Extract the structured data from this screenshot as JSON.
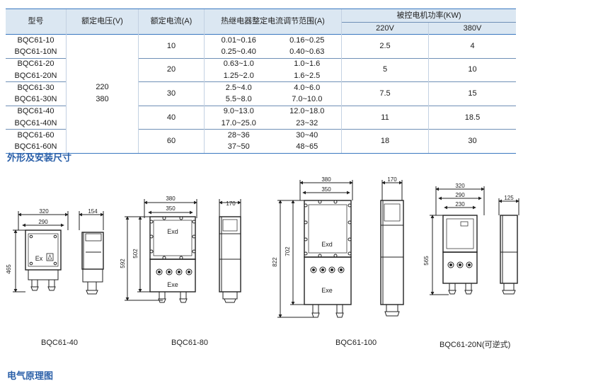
{
  "table": {
    "headers": {
      "model": "型号",
      "voltage": "额定电压(V)",
      "current": "额定电流(A)",
      "range": "热继电器整定电流调节范围(A)",
      "power": "被控电机功率(KW)",
      "power_220": "220V",
      "power_380": "380V"
    },
    "voltage_values": [
      "220",
      "380"
    ],
    "groups": [
      {
        "models": [
          "BQC61-10",
          "BQC61-10N"
        ],
        "current": "10",
        "range_a": [
          "0.01~0.16",
          "0.25~0.40"
        ],
        "range_b": [
          "0.16~0.25",
          "0.40~0.63"
        ],
        "p220": "2.5",
        "p380": "4"
      },
      {
        "models": [
          "BQC61-20",
          "BQC61-20N"
        ],
        "current": "20",
        "range_a": [
          "0.63~1.0",
          "1.25~2.0"
        ],
        "range_b": [
          "1.0~1.6",
          "1.6~2.5"
        ],
        "p220": "5",
        "p380": "10"
      },
      {
        "models": [
          "BQC61-30",
          "BQC61-30N"
        ],
        "current": "30",
        "range_a": [
          "2.5~4.0",
          "5.5~8.0"
        ],
        "range_b": [
          "4.0~6.0",
          "7.0~10.0"
        ],
        "p220": "7.5",
        "p380": "15"
      },
      {
        "models": [
          "BQC61-40",
          "BQC61-40N"
        ],
        "current": "40",
        "range_a": [
          "9.0~13.0",
          "17.0~25.0"
        ],
        "range_b": [
          "12.0~18.0",
          "23~32"
        ],
        "p220": "11",
        "p380": "18.5"
      },
      {
        "models": [
          "BQC61-60",
          "BQC61-60N"
        ],
        "current": "60",
        "range_a": [
          "28~36",
          "37~50"
        ],
        "range_b": [
          "30~40",
          "48~65"
        ],
        "p220": "18",
        "p380": "30"
      }
    ]
  },
  "sections": {
    "dimensions_heading": "外形及安装尺寸",
    "electrical_heading": "电气原理图"
  },
  "drawings": [
    {
      "model": "BQC61-40",
      "width_outer": "320",
      "width_inner": "290",
      "depth": "154",
      "height": "465",
      "label_main": "Ex"
    },
    {
      "model": "BQC61-80",
      "width_outer": "380",
      "width_inner": "350",
      "depth": "170",
      "height_outer": "592",
      "height_inner": "502",
      "label_top": "Exd",
      "label_bottom": "Exe"
    },
    {
      "model": "BQC61-100",
      "width_outer": "380",
      "width_inner": "350",
      "depth": "170",
      "height_outer": "822",
      "height_inner": "702",
      "label_top": "Exd",
      "label_bottom": "Exe"
    },
    {
      "model": "BQC61-20N",
      "model_note": "(可逆式)",
      "width_outer": "320",
      "width_mid": "290",
      "width_inner": "230",
      "depth": "125",
      "height": "565"
    }
  ],
  "colors": {
    "header_bg": "#dbe7f2",
    "table_rule": "#3a78c0",
    "heading": "#2a5fa8",
    "line": "#222222"
  }
}
